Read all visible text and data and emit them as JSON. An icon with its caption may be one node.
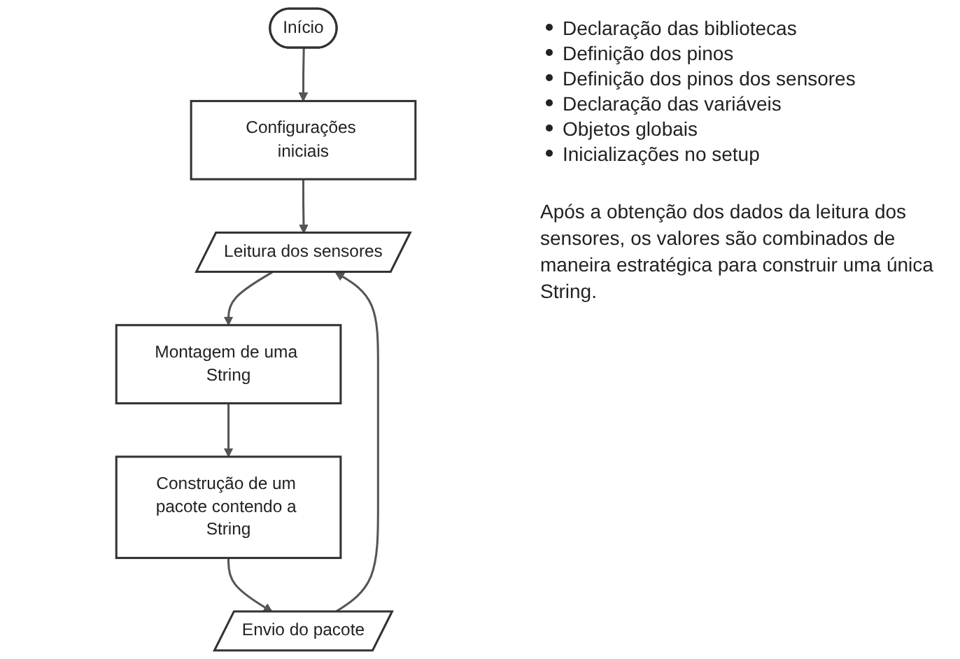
{
  "diagram": {
    "nodes": [
      {
        "text": [
          "Início"
        ]
      },
      {
        "text": [
          "Configurações iniciais"
        ]
      },
      {
        "text": [
          "Leitura dos sensores"
        ]
      },
      {
        "text": [
          "Montagem de uma String"
        ]
      },
      {
        "text": [
          "Construção de um pacote contendo a String"
        ]
      },
      {
        "text": [
          "Envio do pacote"
        ]
      }
    ],
    "edges": [
      {
        "from": 0,
        "to": 1,
        "arrow": "to"
      },
      {
        "from": 1,
        "to": 2,
        "arrow": "to"
      },
      {
        "from": 2,
        "to": 3,
        "arrow": "to"
      },
      {
        "from": 3,
        "to": 4,
        "arrow": "to"
      },
      {
        "from": 4,
        "to": 5,
        "arrow": "to"
      },
      {
        "from": 5,
        "to": 2,
        "arrow": "to"
      }
    ],
    "labels": [
      "Declaração das bibliotecas",
      "Definição dos pinos",
      "Definição dos pinos dos sensores",
      "Declaração das variáveis",
      "Objetos globais",
      "Inicializações no setup",
      "Após a obtenção dos dados da leitura dos sensores, os valores são combinados de maneira estratégica para construir uma única String."
    ]
  }
}
